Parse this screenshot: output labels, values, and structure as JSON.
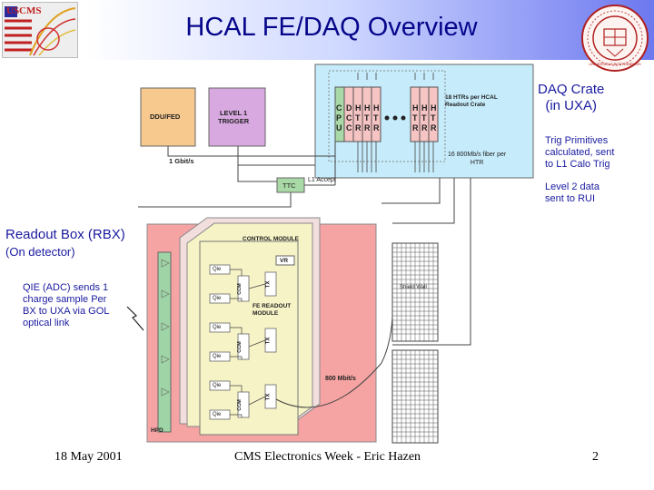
{
  "title": "HCAL FE/DAQ Overview",
  "logo_left_text": "USCMS",
  "logo_right_text": "UNIVERSITAS BOSTONIENSIS",
  "diagram": {
    "ddu_fed": "DDU/FED",
    "level1_trigger": "LEVEL 1\nTRIGGER",
    "crate_cols": [
      "C\nP\nU",
      "D\nC\nC",
      "H\nT\nR",
      "H\nT\nR",
      "H\nT\nR",
      "H\nT\nR",
      "H\nT\nR",
      "H\nT\nR"
    ],
    "htr_note": "18 HTRs per HCAL\nReadout Crate",
    "gbit": "1 Gbit/s",
    "fiber_note": "16 800Mb/s fiber per\nHTR",
    "ttc": "TTC",
    "l1_accept": "L1 Accept",
    "control_module": "CONTROL MODULE",
    "vr": "VR",
    "qie": "Qie",
    "ccm": "CCM",
    "tx": "TX",
    "fe_readout": "FE READOUT\nMODULE",
    "shield_wall": "Shield Wall",
    "rate_800": "800 Mbit/s",
    "hpd": "HPD"
  },
  "side_text": {
    "daq_crate": "DAQ Crate\n(in UXA)",
    "trig_primitives": "Trig Primitives\ncalculated, sent\nto L1 Calo Trig",
    "level2": "Level 2 data\nsent to RUI",
    "rbx_title": "Readout Box (RBX)",
    "rbx_sub": "(On detector)",
    "qie_note": "QIE (ADC) sends 1\ncharge sample Per\nBX to UXA via GOL\noptical link"
  },
  "footer": {
    "date": "18 May 2001",
    "event": "CMS Electronics Week - Eric Hazen",
    "page": "2"
  },
  "colors": {
    "title": "#06068a",
    "side_text": "#1a1aa0",
    "crate": "#c6ecfb",
    "ddu": "#f7c98f",
    "trigger": "#d8a8e0",
    "rbx": "#f6a3a3",
    "fe_module": "#f6f3c6",
    "htr": "#f7c4c4"
  }
}
